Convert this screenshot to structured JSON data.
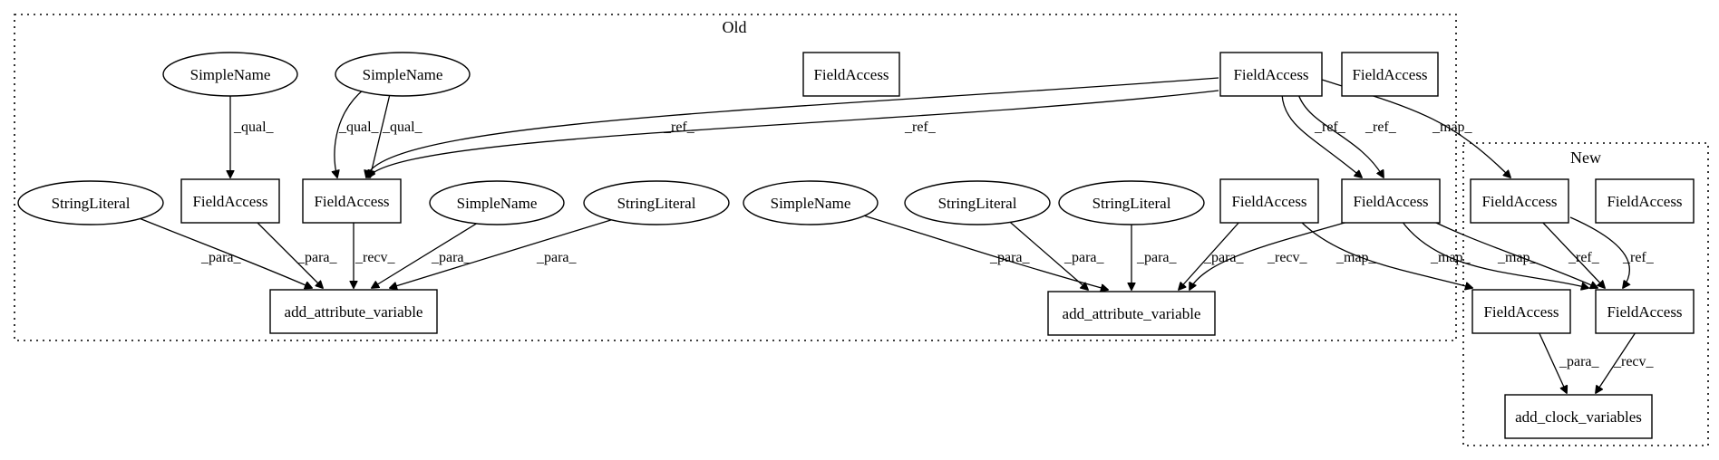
{
  "clusters": {
    "old": "Old",
    "new": "New"
  },
  "nodes": {
    "o_sn1": "SimpleName",
    "o_sn2": "SimpleName",
    "o_fa_top": "FieldAccess",
    "o_fa_hub": "FieldAccess",
    "o_fa_topright": "FieldAccess",
    "o_sl1": "StringLiteral",
    "o_fa_a": "FieldAccess",
    "o_fa_b": "FieldAccess",
    "o_sn3": "SimpleName",
    "o_sl2": "StringLiteral",
    "o_sn4": "SimpleName",
    "o_sl3": "StringLiteral",
    "o_sl4": "StringLiteral",
    "o_fa_c": "FieldAccess",
    "o_fa_d": "FieldAccess",
    "o_add1": "add_attribute_variable",
    "o_add2": "add_attribute_variable",
    "n_fa1": "FieldAccess",
    "n_fa2": "FieldAccess",
    "n_fa3": "FieldAccess",
    "n_fa4": "FieldAccess",
    "n_add": "add_clock_variables"
  },
  "edges": {
    "qual": "_qual_",
    "ref": "_ref_",
    "map": "_map_",
    "para": "_para_",
    "recv": "_recv_"
  }
}
